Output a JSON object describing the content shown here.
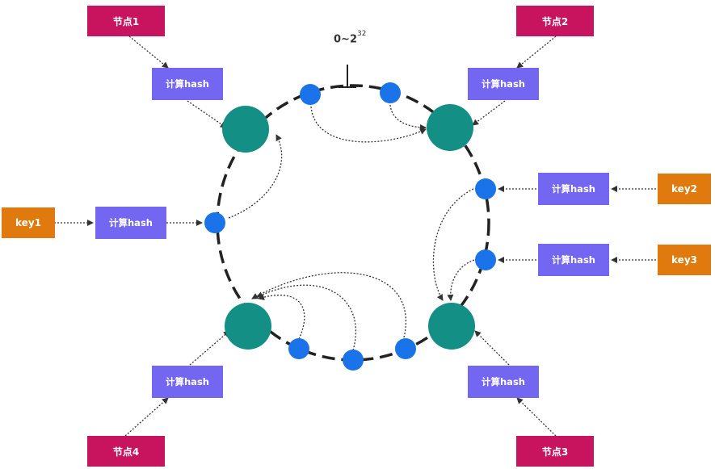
{
  "ring_label": {
    "base": "0~2",
    "exponent": "32"
  },
  "nodes": [
    {
      "id": "node1",
      "label": "节点1"
    },
    {
      "id": "node2",
      "label": "节点2"
    },
    {
      "id": "node3",
      "label": "节点3"
    },
    {
      "id": "node4",
      "label": "节点4"
    }
  ],
  "keys": [
    {
      "id": "key1",
      "label": "key1"
    },
    {
      "id": "key2",
      "label": "key2"
    },
    {
      "id": "key3",
      "label": "key3"
    }
  ],
  "hash_label": "计算hash",
  "colors": {
    "node_box": "#c8135f",
    "hash_box": "#7366f0",
    "key_box": "#e07a0e",
    "server_circle": "#138f86",
    "point_circle": "#1a73e8"
  }
}
